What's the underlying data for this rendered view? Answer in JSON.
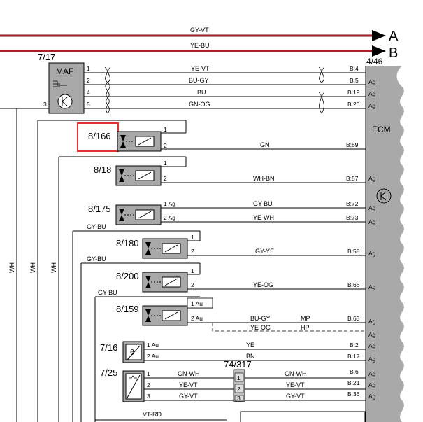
{
  "bus_wires": [
    {
      "label": "GY-VT",
      "terminal": "A"
    },
    {
      "label": "YE-BU",
      "terminal": "B"
    }
  ],
  "maf_sensor": {
    "component_id": "7/17",
    "name": "MAF",
    "ecm_ref": "4/46",
    "ground_pin": "3",
    "pins": [
      {
        "pin": "1",
        "wire": "YE-VT",
        "ecm": "B:4"
      },
      {
        "pin": "2",
        "wire": "BU-GY",
        "ecm": "B:5"
      },
      {
        "pin": "4",
        "wire": "BU",
        "ecm": "B:19"
      },
      {
        "pin": "5",
        "wire": "GN-OG",
        "ecm": "B:20"
      }
    ]
  },
  "ecm": {
    "label": "ECM"
  },
  "ground_tag": "Ag",
  "vertical_wires": [
    "WH",
    "WH",
    "WH"
  ],
  "side_wires": [
    "GY-BU",
    "GY-BU",
    "GY-BU"
  ],
  "valves": [
    {
      "id": "8/166",
      "pin1": "1",
      "pin2": "2",
      "wire": "GN",
      "ecm": "B:69"
    },
    {
      "id": "8/18",
      "pin1": "1",
      "pin2": "2",
      "wire": "WH-BN",
      "ecm": "B:57"
    },
    {
      "id": "8/175",
      "pin1": "1 Ag",
      "pin2": "2 Ag",
      "wire1": "GY-BU",
      "ecm1": "B:72",
      "wire2": "YE-WH",
      "ecm2": "B:73"
    },
    {
      "id": "8/180",
      "pin1": "1",
      "pin2": "2",
      "wire": "GY-YE",
      "ecm": "B:58"
    },
    {
      "id": "8/200",
      "pin1": "1",
      "pin2": "2",
      "wire": "YE-OG",
      "ecm": "B:66"
    },
    {
      "id": "8/159",
      "pin1": "1 Au",
      "pin2": "2 Au",
      "wire": "BU-GY",
      "tag": "MP",
      "ecm": "B:65",
      "wire_b": "YE-OG",
      "tag_b": "HP"
    }
  ],
  "temp_sensor": {
    "id": "7/16",
    "pin1": "1 Au",
    "pin2": "2 Au",
    "wire1": "YE",
    "ecm1": "B:2",
    "wire2": "BN",
    "ecm2": "B:17"
  },
  "pedal_sensor": {
    "id": "7/25",
    "connector": "74/317",
    "bottom_wire": "VT-RD",
    "rows": [
      {
        "pin": "1",
        "wire_in": "GN-WH",
        "cpin": "1",
        "wire_out": "GN-WH",
        "ecm": "B:6"
      },
      {
        "pin": "2",
        "wire_in": "YE-VT",
        "cpin": "2",
        "wire_out": "YE-VT",
        "ecm": "B:21"
      },
      {
        "pin": "3",
        "wire_in": "GY-VT",
        "cpin": "3",
        "wire_out": "GY-VT",
        "ecm": "B:36"
      }
    ]
  },
  "highlight_color": "#e03030"
}
